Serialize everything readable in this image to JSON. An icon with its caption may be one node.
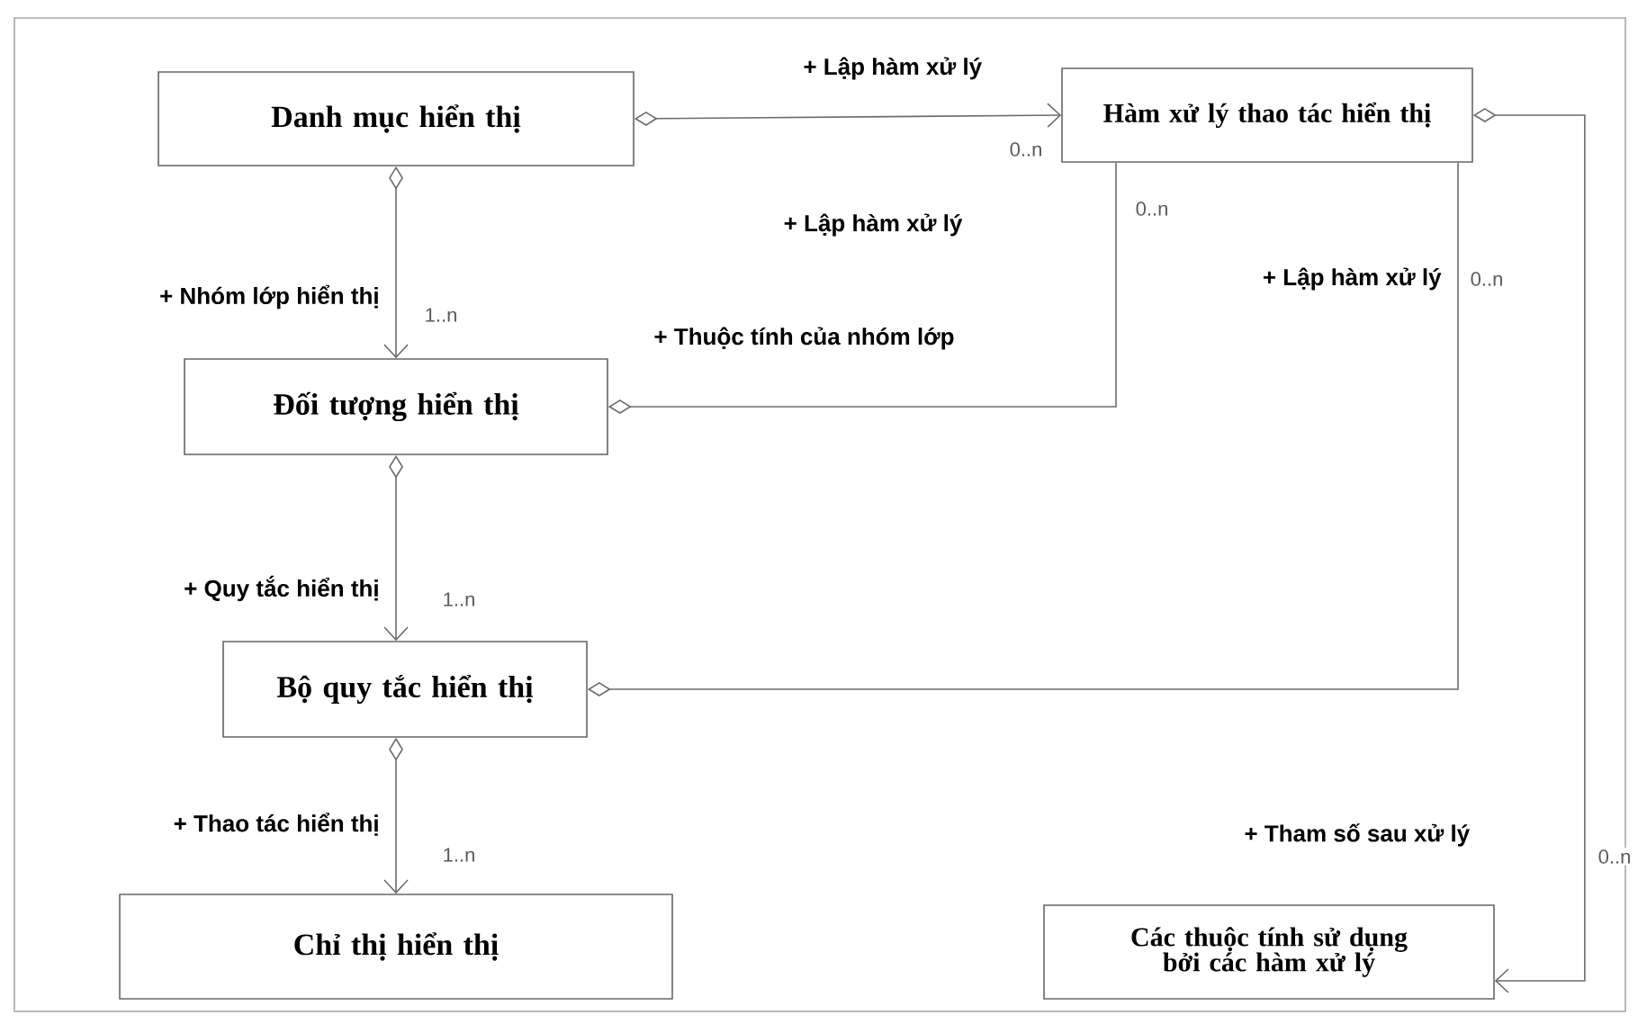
{
  "diagram": {
    "nodes": [
      {
        "text": [
          "Danh mục hiển thị"
        ]
      },
      {
        "text": [
          "Hàm xử lý thao tác hiển thị"
        ]
      },
      {
        "text": [
          "Đối tượng hiển thị"
        ]
      },
      {
        "text": [
          "Bộ quy tắc hiển thị"
        ]
      },
      {
        "text": [
          "Chỉ thị hiển thị"
        ]
      },
      {
        "text": [
          "Các thuộc tính sử dụng bởi các hàm xử lý"
        ]
      }
    ],
    "edges": [
      {
        "from": 0,
        "to": 1,
        "arrow": "to",
        "label": "+ Lập hàm xử lý"
      },
      {
        "from": 0,
        "to": 2,
        "arrow": "to",
        "label": "+ Nhóm lớp hiển thị"
      },
      {
        "from": 2,
        "to": 1,
        "arrow": "other",
        "label": "+ Thuộc tính của nhóm lớp"
      },
      {
        "from": 3,
        "to": 1,
        "arrow": "other",
        "label": "+ Lập hàm xử lý"
      },
      {
        "from": 2,
        "to": 3,
        "arrow": "to",
        "label": "+ Quy tắc hiển thị"
      },
      {
        "from": 3,
        "to": 4,
        "arrow": "to",
        "label": "+ Thao tác hiển thị"
      },
      {
        "from": 1,
        "to": 5,
        "arrow": "to",
        "label": "+ Tham số sau xử lý"
      }
    ],
    "labels": [
      "0..n",
      "0..n",
      "+ Lập hàm xử lý",
      "0..n",
      "1..n",
      "1..n",
      "1..n",
      "0..n"
    ]
  }
}
